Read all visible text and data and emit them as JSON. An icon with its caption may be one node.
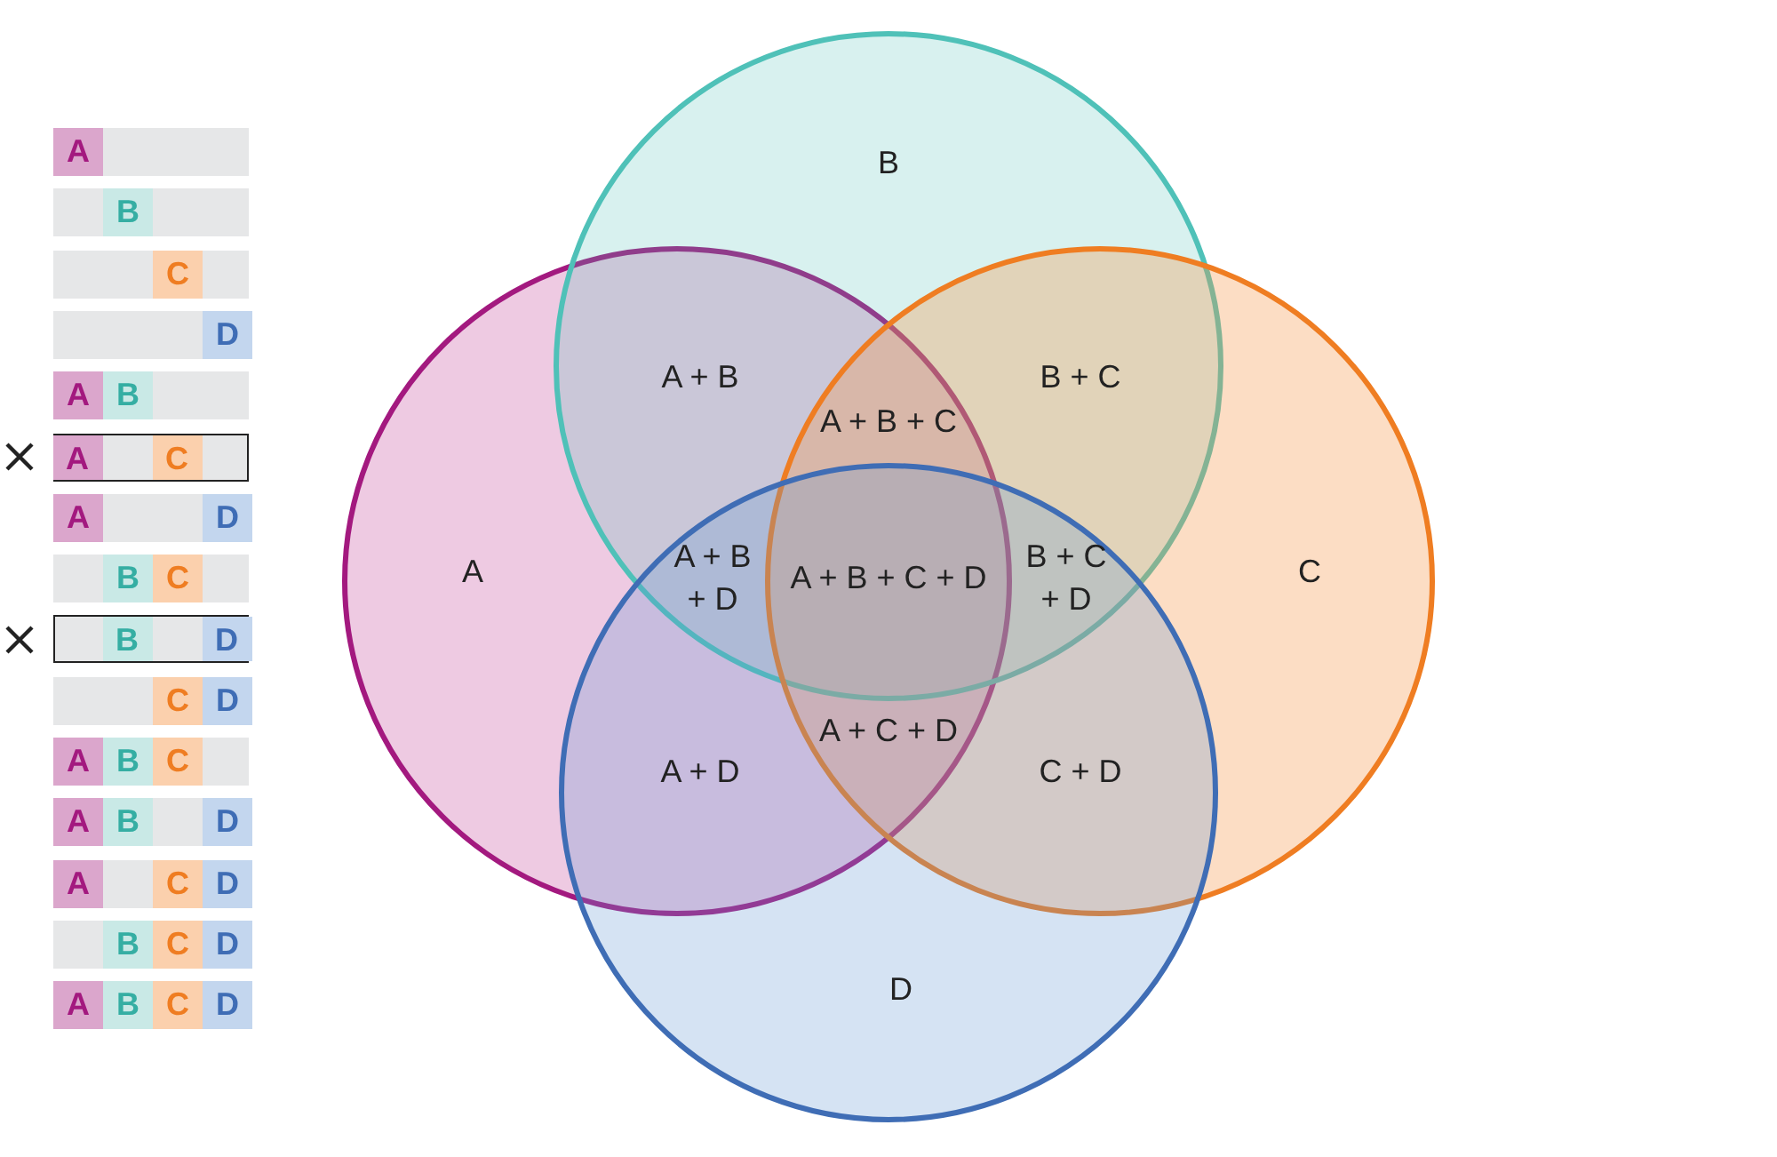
{
  "diagram": {
    "nodes": [
      {
        "text": [
          "A"
        ]
      },
      {
        "text": [
          "B"
        ]
      },
      {
        "text": [
          "C"
        ]
      },
      {
        "text": [
          "D"
        ]
      }
    ],
    "edges": [],
    "labels": [
      "A",
      "B",
      "C",
      "D",
      "A",
      "B",
      "A",
      "C",
      "A",
      "D",
      "B",
      "C",
      "B",
      "D",
      "C",
      "D",
      "A",
      "B",
      "C",
      "A",
      "B",
      "D",
      "A",
      "C",
      "D",
      "B",
      "C",
      "D",
      "A",
      "B",
      "C",
      "D",
      "A + B",
      "B + C",
      "A + B + C",
      "A + B + D",
      "A + B + C + D",
      "B + C + D",
      "A + D",
      "A + C + D",
      "C + D"
    ]
  }
}
